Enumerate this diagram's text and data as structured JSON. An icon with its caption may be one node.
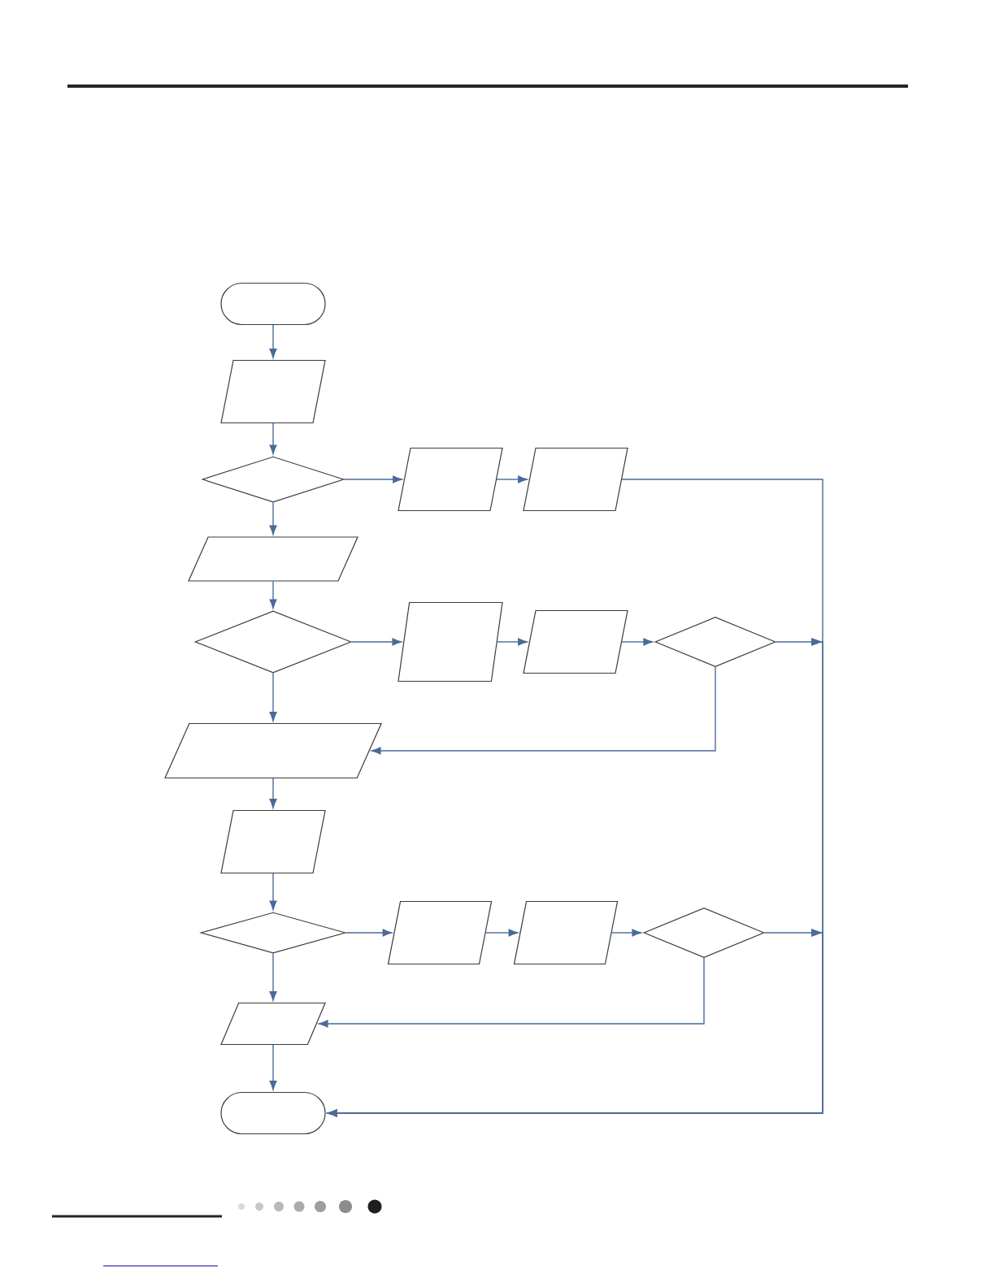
{
  "diagram": {
    "nodes": [
      {
        "text": [],
        "shape": "oval"
      },
      {
        "text": [],
        "shape": "parallelogram"
      },
      {
        "text": [],
        "shape": "diamond"
      },
      {
        "text": [],
        "shape": "parallelogram"
      },
      {
        "text": [],
        "shape": "parallelogram"
      },
      {
        "text": [],
        "shape": "parallelogram"
      },
      {
        "text": [],
        "shape": "diamond"
      },
      {
        "text": [],
        "shape": "parallelogram"
      },
      {
        "text": [],
        "shape": "parallelogram"
      },
      {
        "text": [],
        "shape": "diamond"
      },
      {
        "text": [],
        "shape": "parallelogram"
      },
      {
        "text": [],
        "shape": "parallelogram"
      },
      {
        "text": [],
        "shape": "diamond"
      },
      {
        "text": [],
        "shape": "parallelogram"
      },
      {
        "text": [],
        "shape": "parallelogram"
      },
      {
        "text": [],
        "shape": "diamond"
      },
      {
        "text": [],
        "shape": "parallelogram"
      },
      {
        "text": [],
        "shape": "oval"
      }
    ],
    "edges": [
      {
        "from": 0,
        "to": 1,
        "arrow": "to"
      },
      {
        "from": 1,
        "to": 2,
        "arrow": "to"
      },
      {
        "from": 2,
        "to": 3,
        "arrow": "to"
      },
      {
        "from": 3,
        "to": 4,
        "arrow": "to"
      },
      {
        "from": 4,
        "to": 17,
        "arrow": "to"
      },
      {
        "from": 2,
        "to": 5,
        "arrow": "to"
      },
      {
        "from": 5,
        "to": 6,
        "arrow": "to"
      },
      {
        "from": 6,
        "to": 7,
        "arrow": "to"
      },
      {
        "from": 7,
        "to": 8,
        "arrow": "to"
      },
      {
        "from": 8,
        "to": 9,
        "arrow": "to"
      },
      {
        "from": 9,
        "to": 17,
        "arrow": "to"
      },
      {
        "from": 9,
        "to": 10,
        "arrow": "to"
      },
      {
        "from": 6,
        "to": 10,
        "arrow": "to"
      },
      {
        "from": 10,
        "to": 11,
        "arrow": "to"
      },
      {
        "from": 11,
        "to": 12,
        "arrow": "to"
      },
      {
        "from": 12,
        "to": 13,
        "arrow": "to"
      },
      {
        "from": 13,
        "to": 14,
        "arrow": "to"
      },
      {
        "from": 14,
        "to": 15,
        "arrow": "to"
      },
      {
        "from": 15,
        "to": 17,
        "arrow": "to"
      },
      {
        "from": 15,
        "to": 16,
        "arrow": "to"
      },
      {
        "from": 12,
        "to": 16,
        "arrow": "to"
      },
      {
        "from": 16,
        "to": 17,
        "arrow": "to"
      }
    ]
  }
}
